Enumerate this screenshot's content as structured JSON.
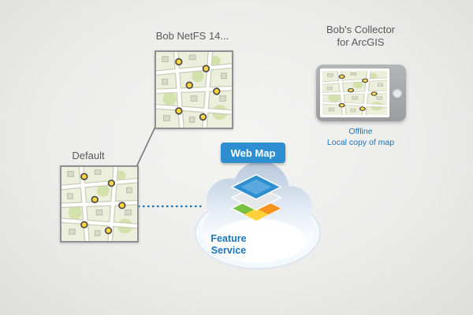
{
  "diagram": {
    "nodes": {
      "netfs_map": {
        "label": "Bob NetFS 14..."
      },
      "default_map": {
        "label": "Default"
      },
      "collector": {
        "title_line1": "Bob's Collector",
        "title_line2": "for ArcGIS",
        "status_line1": "Offline",
        "status_line2": "Local copy of map"
      },
      "web_map": {
        "label": "Web Map"
      },
      "feature_service": {
        "label_line1": "Feature",
        "label_line2": "Service"
      }
    },
    "colors": {
      "accent_blue": "#1b75bb",
      "web_map_badge": "#2e8fd0",
      "connector_solid": "#77787b",
      "connector_dotted": "#1b75bb",
      "poi_dot_yellow": "#ffd640"
    }
  }
}
